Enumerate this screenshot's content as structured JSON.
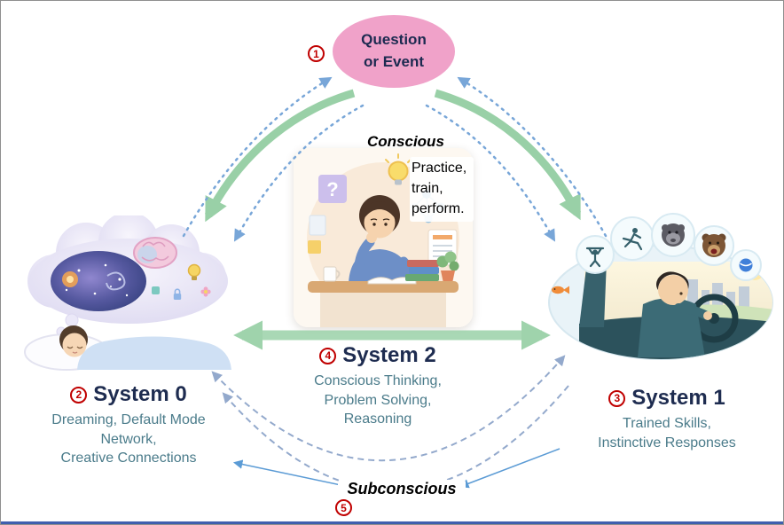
{
  "nodes": {
    "question": {
      "marker": "1",
      "label": "Question\nor Event"
    },
    "conscious": {
      "label": "Conscious",
      "note": "Practice,\ntrain,\nperform."
    },
    "system0": {
      "marker": "2",
      "title": "System 0",
      "desc": "Dreaming, Default Mode\nNetwork,\nCreative Connections"
    },
    "system1": {
      "marker": "3",
      "title": "System 1",
      "desc": "Trained Skills,\nInstinctive Responses"
    },
    "system2": {
      "marker": "4",
      "title": "System 2",
      "desc": "Conscious Thinking,\nProblem Solving,\nReasoning"
    },
    "subconscious": {
      "marker": "5",
      "label": "Subconscious"
    }
  },
  "illustrations": {
    "system0": {
      "name": "sleeping-person-with-dream-cloud"
    },
    "system1": {
      "name": "person-driving-with-thought-bubbles"
    },
    "system2": {
      "name": "person-studying-at-desk",
      "question_glyph": "?"
    }
  },
  "colors": {
    "question_ellipse": "#f0a2c9",
    "heading": "#1e2c50",
    "description": "#4a7b8a",
    "marker_red": "#c00000",
    "arrow_green": "#8fcc9e",
    "arrow_dotted_blue": "#78a6d8",
    "arrow_dashed_blue": "#93a9cc",
    "arrow_thin_blue": "#5b9bd5",
    "bottom_bar_blue": "#3f5fae"
  }
}
